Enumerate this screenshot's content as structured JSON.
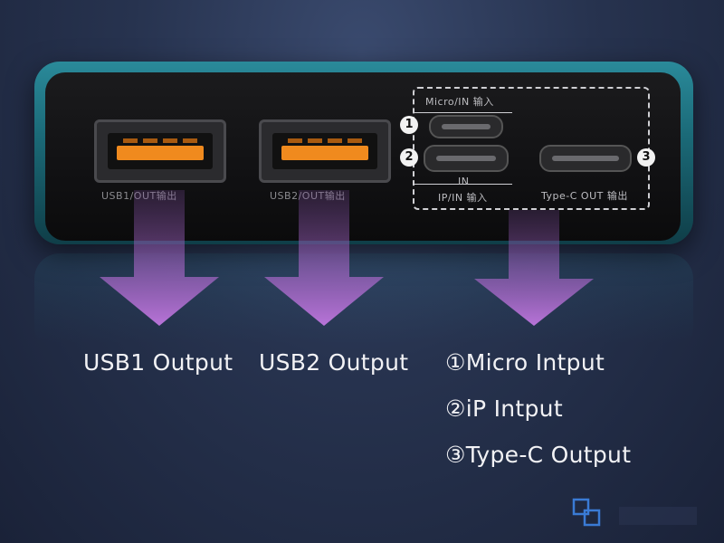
{
  "ports": {
    "usb1_label": "USB1/OUT输出",
    "usb2_label": "USB2/OUT输出",
    "micro_label": "Micro/IN 输入",
    "in_label": "IN",
    "ip_label": "IP/IN 输入",
    "typec_label": "Type-C OUT 输出",
    "num1": "1",
    "num2": "2",
    "num3": "3"
  },
  "legend": {
    "usb1": "USB1 Output",
    "usb2": "USB2 Output",
    "micro": "①Micro Intput",
    "ip": "②iP Intput",
    "typec": "③Type-C Output"
  },
  "colors": {
    "usb_tongue": "#f08a1e",
    "arrow": "#b06ad0"
  },
  "watermark": {
    "logo_icon": "stacked-squares-logo-icon"
  }
}
